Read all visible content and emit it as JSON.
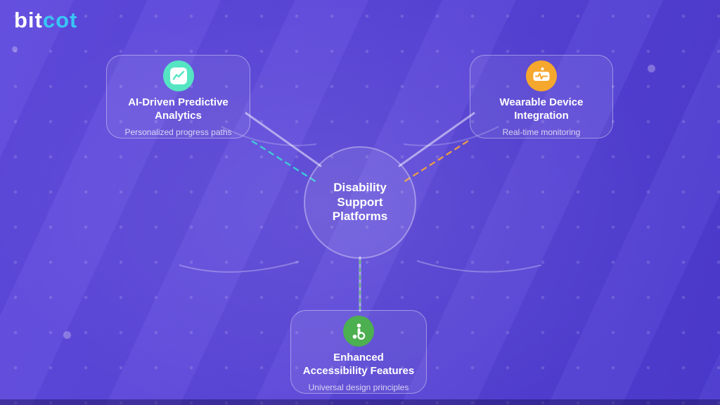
{
  "brand": {
    "name": "bitcot",
    "logo_part1": "bit",
    "logo_part2": "cot"
  },
  "diagram": {
    "center": {
      "title": "Disability Support Platforms",
      "title_lines": [
        "Disability",
        "Support",
        "Platforms"
      ]
    },
    "nodes": [
      {
        "title": "AI-Driven Predictive Analytics",
        "title_lines": [
          "AI-Driven Predictive",
          "Analytics"
        ],
        "subtitle": "Personalized progress paths",
        "icon": "trending-up-icon",
        "accent_color": "#55E5C3"
      },
      {
        "title": "Wearable Device Integration",
        "title_lines": [
          "Wearable Device",
          "Integration"
        ],
        "subtitle": "Real-time monitoring",
        "icon": "pulse-watch-icon",
        "accent_color": "#F5A72E"
      },
      {
        "title": "Enhanced Accessibility Features",
        "title_lines": [
          "Enhanced",
          "Accessibility Features"
        ],
        "subtitle": "Universal design principles",
        "icon": "wheelchair-icon",
        "accent_color": "#4CAF50"
      }
    ],
    "connectors": {
      "left_dash_color": "#3FC9D6",
      "right_dash_color": "#E59A4C",
      "bottom_dash_color": "#5CB570",
      "solid_line_color": "rgba(255,255,255,0.5)"
    }
  },
  "colors": {
    "background": "#5A45D8",
    "logo_accent": "#38C6F4"
  }
}
